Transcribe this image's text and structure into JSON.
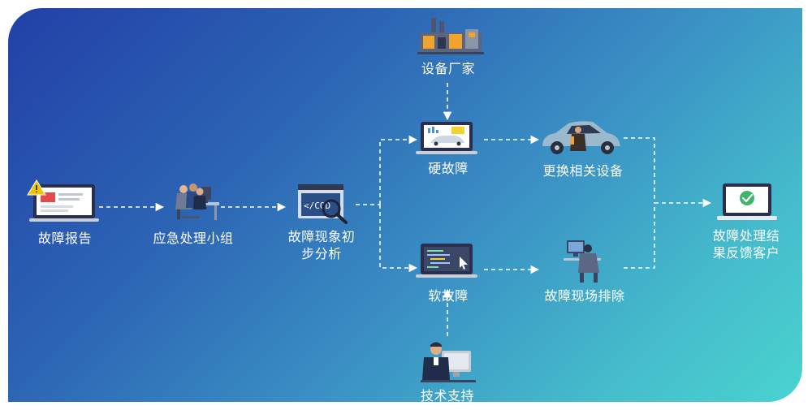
{
  "nodes": {
    "fault_report": "故障报告",
    "emergency_team": "应急处理小组",
    "analysis_line1": "故障现象初",
    "analysis_line2": "步分析",
    "vendor": "设备厂家",
    "hardware_fault": "硬故障",
    "replace_device": "更换相关设备",
    "software_fault": "软故障",
    "onsite_fix": "故障现场排除",
    "tech_support": "技术支持",
    "feedback_line1": "故障处理结",
    "feedback_line2": "果反馈客户"
  },
  "code_screen_text": "</COD",
  "colors": {
    "panel_start": "#2240a8",
    "panel_end": "#4ad3d0",
    "connector": "#ffffff"
  },
  "icons": {
    "fault_report": "laptop-warning-icon",
    "emergency_team": "team-meeting-icon",
    "analysis": "code-magnifier-icon",
    "vendor": "factory-icon",
    "hardware_fault": "laptop-car-icon",
    "replace_device": "car-repair-icon",
    "software_fault": "laptop-code-icon",
    "onsite_fix": "technician-icon",
    "tech_support": "support-agent-icon",
    "feedback": "laptop-check-icon"
  }
}
